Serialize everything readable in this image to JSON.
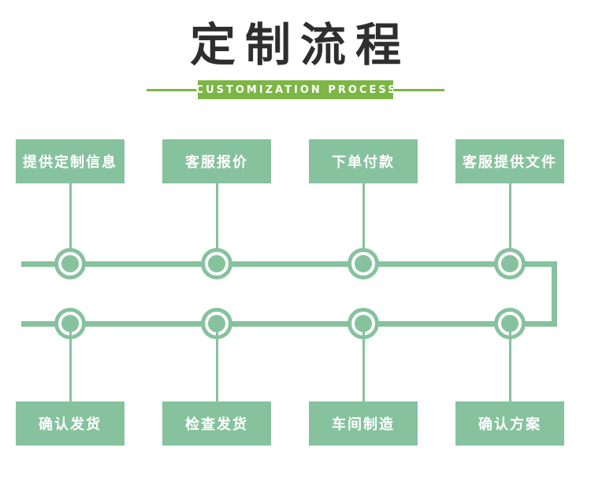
{
  "page": {
    "title": "定制流程",
    "subtitle": "CUSTOMIZATION PROCESS"
  },
  "colors": {
    "step_green": "#86c29e",
    "banner_green": "#7cb645",
    "title_color": "#2e2e2e",
    "box_text_color": "#ffffff",
    "background": "#ffffff"
  },
  "flow": {
    "top_steps": [
      {
        "label": "提供定制信息"
      },
      {
        "label": "客服报价"
      },
      {
        "label": "下单付款"
      },
      {
        "label": "客服提供文件"
      }
    ],
    "bottom_steps": [
      {
        "label": "确认发货"
      },
      {
        "label": "检查发货"
      },
      {
        "label": "车间制造"
      },
      {
        "label": "确认方案"
      }
    ]
  }
}
